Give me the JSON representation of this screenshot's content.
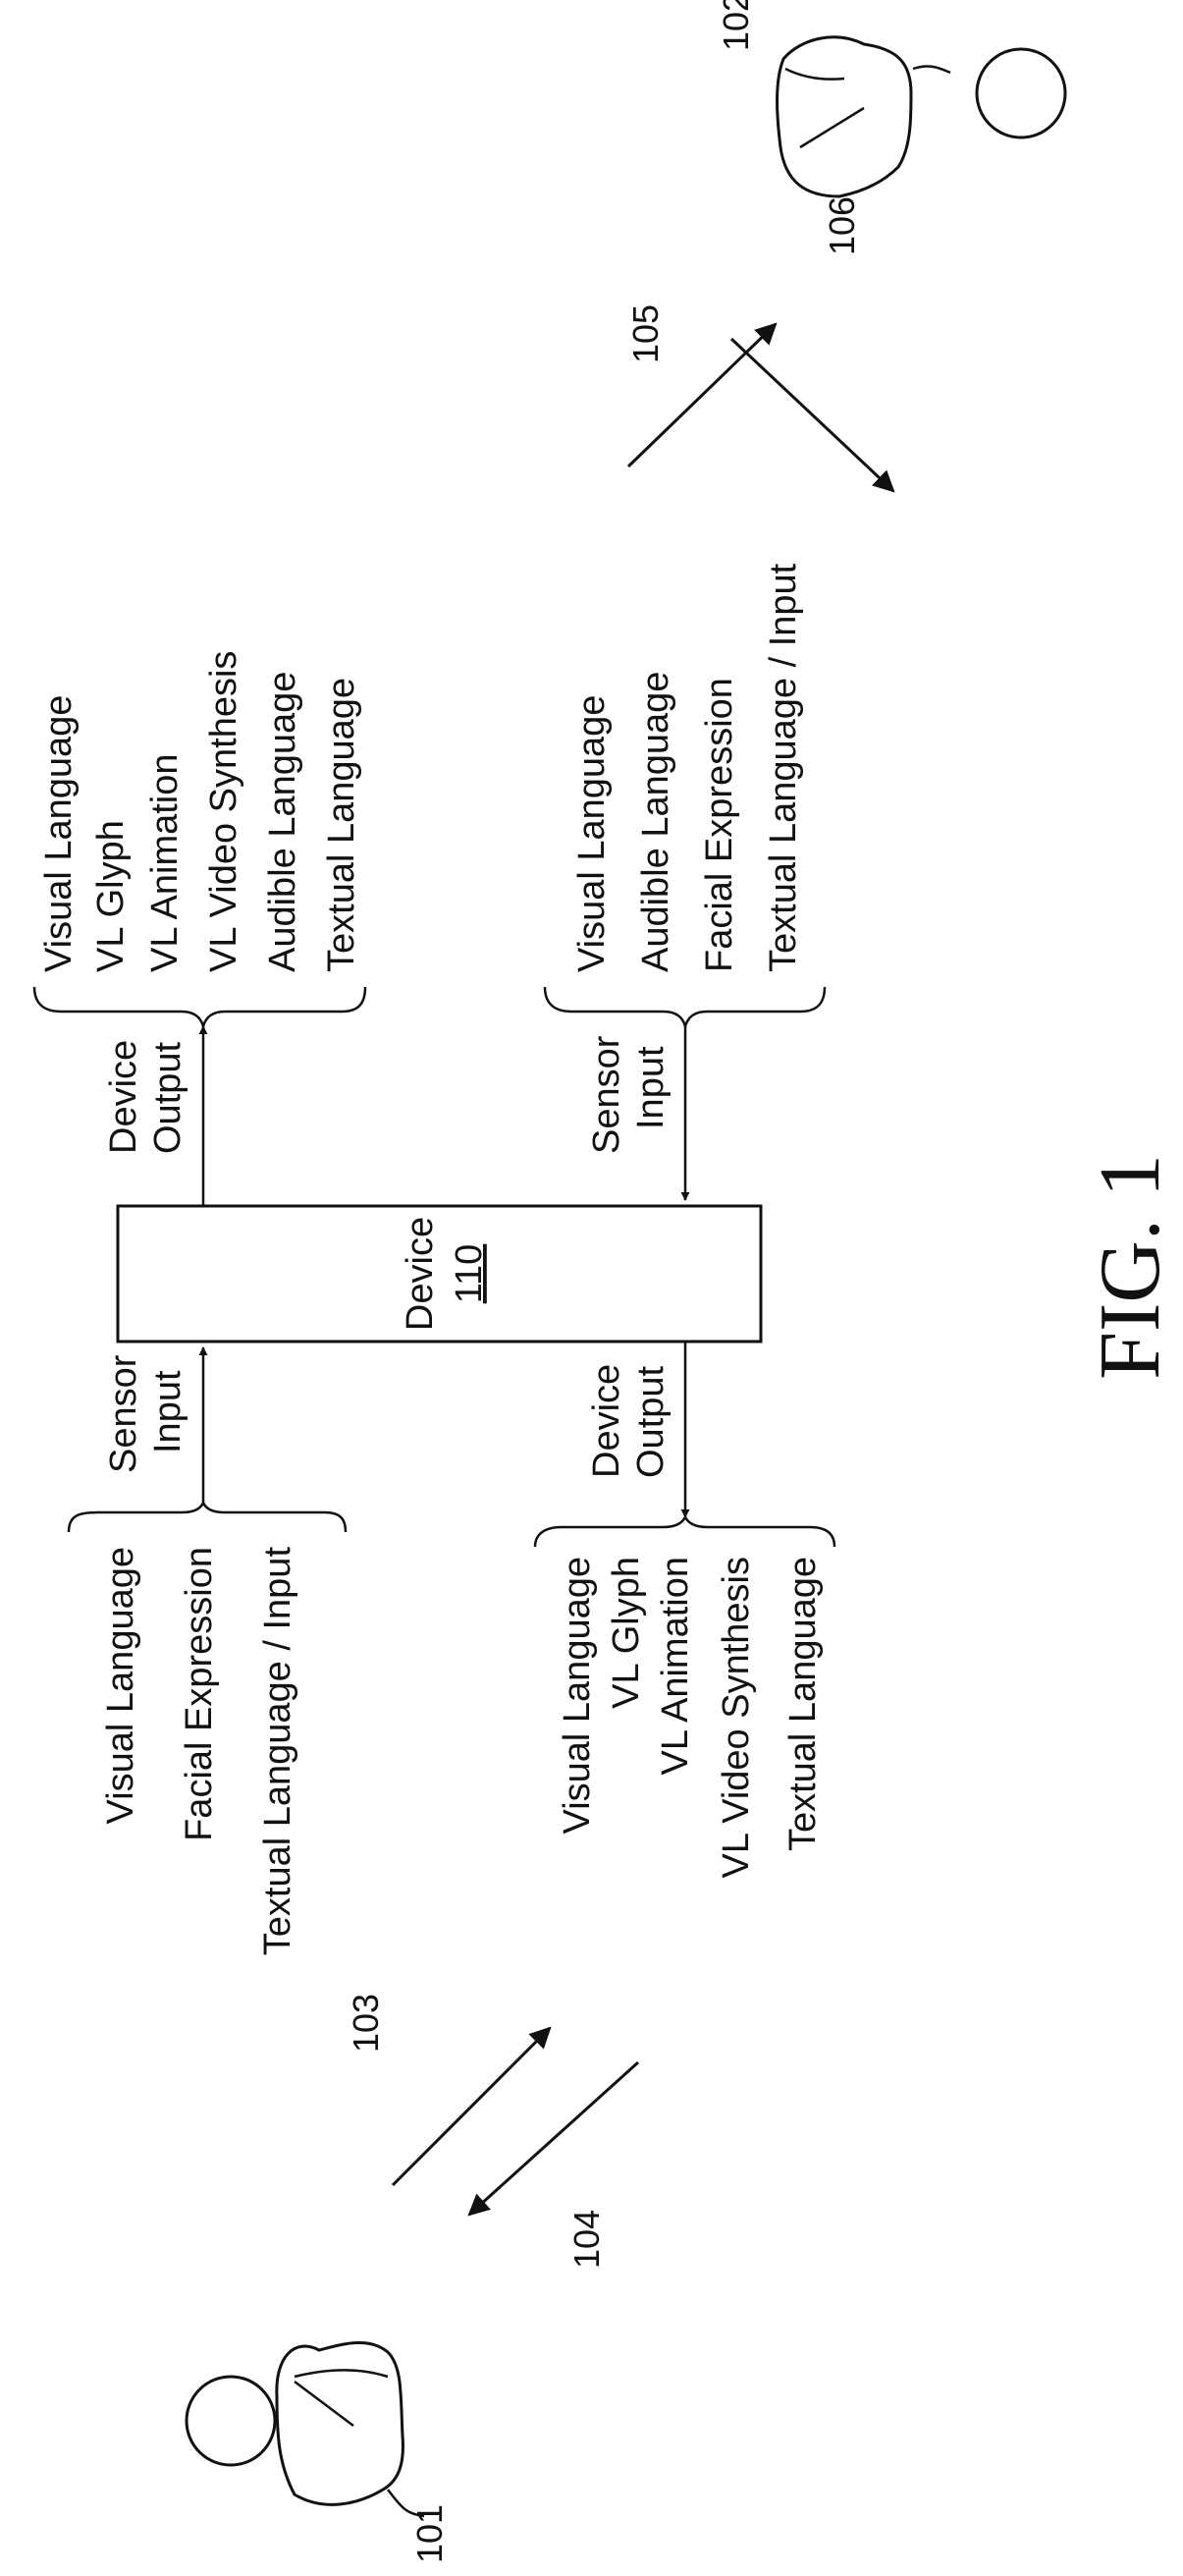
{
  "figure_label": "FIG. 1",
  "device": {
    "name": "Device",
    "ref": "110"
  },
  "persons": [
    {
      "ref": "101"
    },
    {
      "ref": "102"
    }
  ],
  "arrows": {
    "a103": "103",
    "a104": "104",
    "a105": "105",
    "a106": "106"
  },
  "left_input": {
    "lines": [
      "Visual Language",
      "Facial Expression",
      "Textual Language / Input"
    ],
    "label": [
      "Sensor",
      "Input"
    ]
  },
  "left_output": {
    "lines": [
      "Visual Language",
      "VL Glyph",
      "VL Animation",
      "VL Video Synthesis",
      "Textual Language"
    ],
    "label": [
      "Device",
      "Output"
    ]
  },
  "right_output": {
    "lines": [
      "Visual Language",
      "VL Glyph",
      "VL Animation",
      "VL Video Synthesis",
      "Audible Language",
      "Textual Language"
    ],
    "label": [
      "Device",
      "Output"
    ]
  },
  "right_input": {
    "lines": [
      "Visual Language",
      "Audible Language",
      "Facial Expression",
      "Textual Language / Input"
    ],
    "label": [
      "Sensor",
      "Input"
    ]
  }
}
